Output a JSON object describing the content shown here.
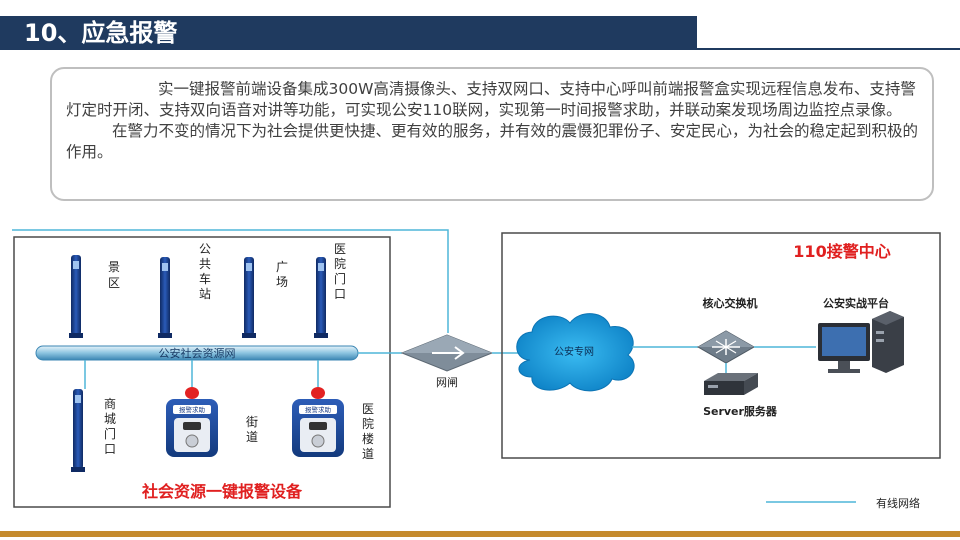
{
  "title": "10、应急报警",
  "description": {
    "p1": "实一键报警前端设备集成300W高清摄像头、支持双网口、支持中心呼叫前端报警盒实现远程信息发布、支持警灯定时开闭、支持双向语音对讲等功能，可实现公安110联网，实现第一时间报警求助，并联动案发现场周边监控点录像。",
    "p2": "在警力不变的情况下为社会提供更快捷、更有效的服务，并有效的震慑犯罪份子、安定民心，为社会的稳定起到积极的作用。"
  },
  "diagram": {
    "left_panel": {
      "title": "社会资源一键报警设备",
      "network_bar_label": "公安社会资源网",
      "devices_top": [
        {
          "label": [
            "景",
            "区"
          ]
        },
        {
          "label": [
            "公",
            "共",
            "车",
            "站"
          ]
        },
        {
          "label": [
            "广",
            "场"
          ]
        },
        {
          "label": [
            "医",
            "院",
            "门",
            "口"
          ]
        }
      ],
      "devices_bottom": [
        {
          "label": [
            "商",
            "城",
            "门",
            "口"
          ]
        },
        {
          "label": [
            "街",
            "道"
          ]
        },
        {
          "label": [
            "医",
            "院",
            "楼",
            "道"
          ]
        }
      ],
      "alarm_box_caption": "报警求助"
    },
    "gateway_label": "网闸",
    "cloud_label": "公安专网",
    "right_panel": {
      "title": "110接警中心",
      "switch_label": "核心交换机",
      "platform_label": "公安实战平台",
      "server_label": "Server服务器"
    },
    "legend_label": "有线网络",
    "colors": {
      "tower": "#1d3f86",
      "cable": "#4fb6d8",
      "cloud": "#1aa0e0",
      "panel_title": "#e02020"
    }
  }
}
